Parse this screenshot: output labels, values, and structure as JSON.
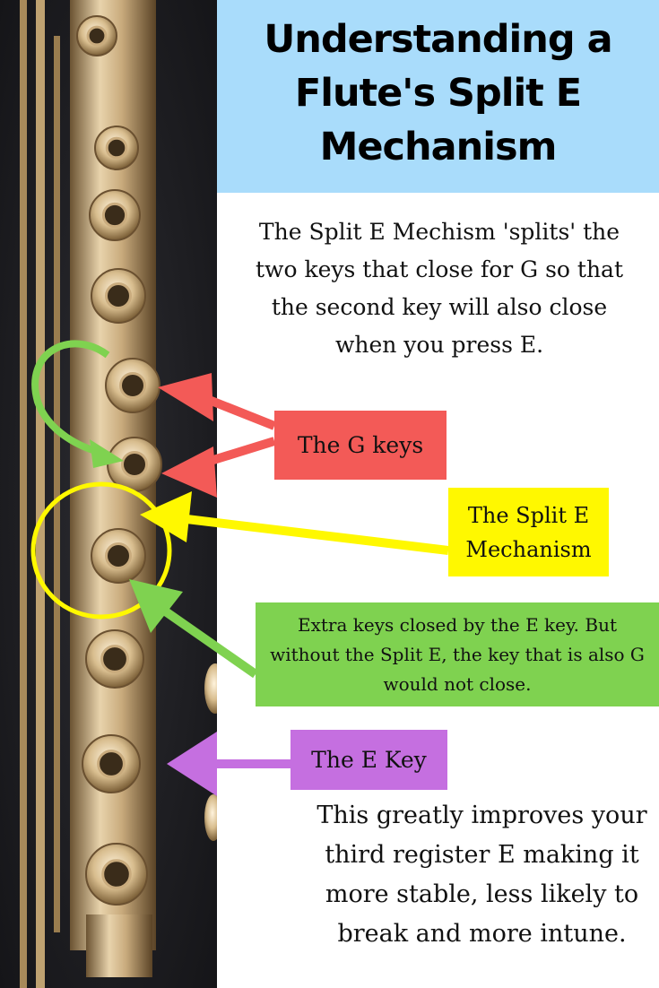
{
  "title": "Understanding a Flute's Split E Mechanism",
  "intro_text": "The Split E Mechism 'splits' the two keys that close for G so that the second key will also close when you press E.",
  "labels": {
    "g_keys": "The G keys",
    "split_e": "The Split E Mechanism",
    "extra_keys": "Extra keys closed by the E key. But without the Split E, the key that is also G would not close.",
    "e_key": "The E Key"
  },
  "closing_text": "This  greatly improves your third register E making it more stable, less likely to break and more intune.",
  "colors": {
    "title_bg": "#a9dcfb",
    "g_keys": "#f35a57",
    "split_e": "#fff800",
    "extra_keys": "#7fd250",
    "e_key": "#c56fe0"
  }
}
